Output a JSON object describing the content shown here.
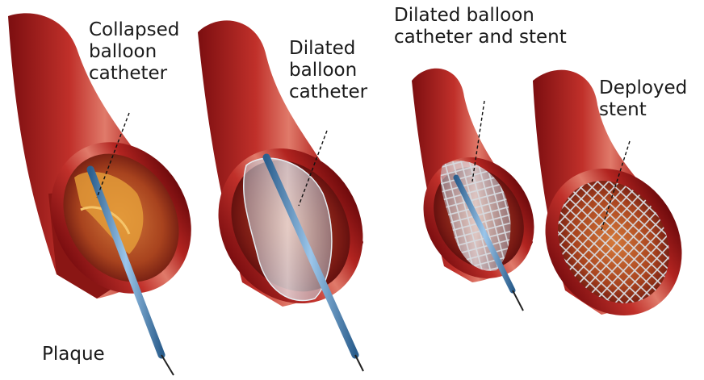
{
  "labels": {
    "collapsed": [
      "Collapsed",
      "balloon",
      "catheter"
    ],
    "dilated": [
      "Dilated",
      "balloon",
      "catheter"
    ],
    "dilated_stent": [
      "Dilated balloon",
      "catheter and stent"
    ],
    "deployed": [
      "Deployed",
      "stent"
    ],
    "plaque": "Plaque"
  },
  "colors": {
    "vessel_outer": "#8e1414",
    "vessel_mid": "#b0201c",
    "vessel_highlight": "#d85a4e",
    "lumen_dark": "#5a0a0c",
    "plaque": "#e0952e",
    "catheter": "#4a86c0",
    "stent": "#c9ccd2",
    "balloon": "#cfd8e0"
  }
}
